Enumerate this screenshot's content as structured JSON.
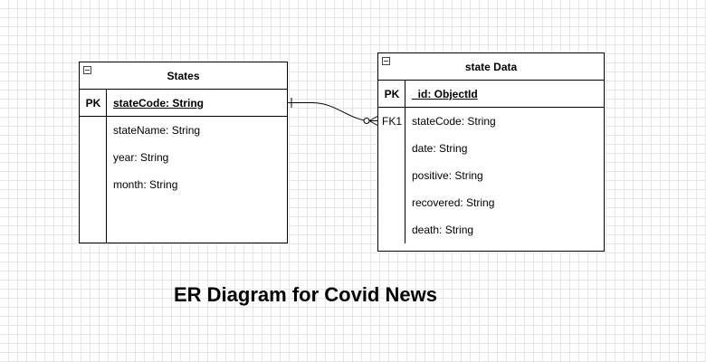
{
  "entities": {
    "states": {
      "name": "States",
      "pk_label": "PK",
      "pk_field": "stateCode: String",
      "attributes": [
        "stateName: String",
        "year: String",
        "month: String"
      ]
    },
    "state_data": {
      "name": "state Data",
      "pk_label": "PK",
      "pk_field": "_id: ObjectId",
      "fk_label": "FK1",
      "attributes": [
        "stateCode: String",
        "date: String",
        "positive: String",
        "recovered: String",
        "death: String"
      ]
    }
  },
  "relationship": {
    "from": "States.stateCode",
    "to": "state Data.stateCode",
    "from_cardinality": "one",
    "to_cardinality": "zero-or-many"
  },
  "diagram_title": "ER Diagram for Covid News"
}
